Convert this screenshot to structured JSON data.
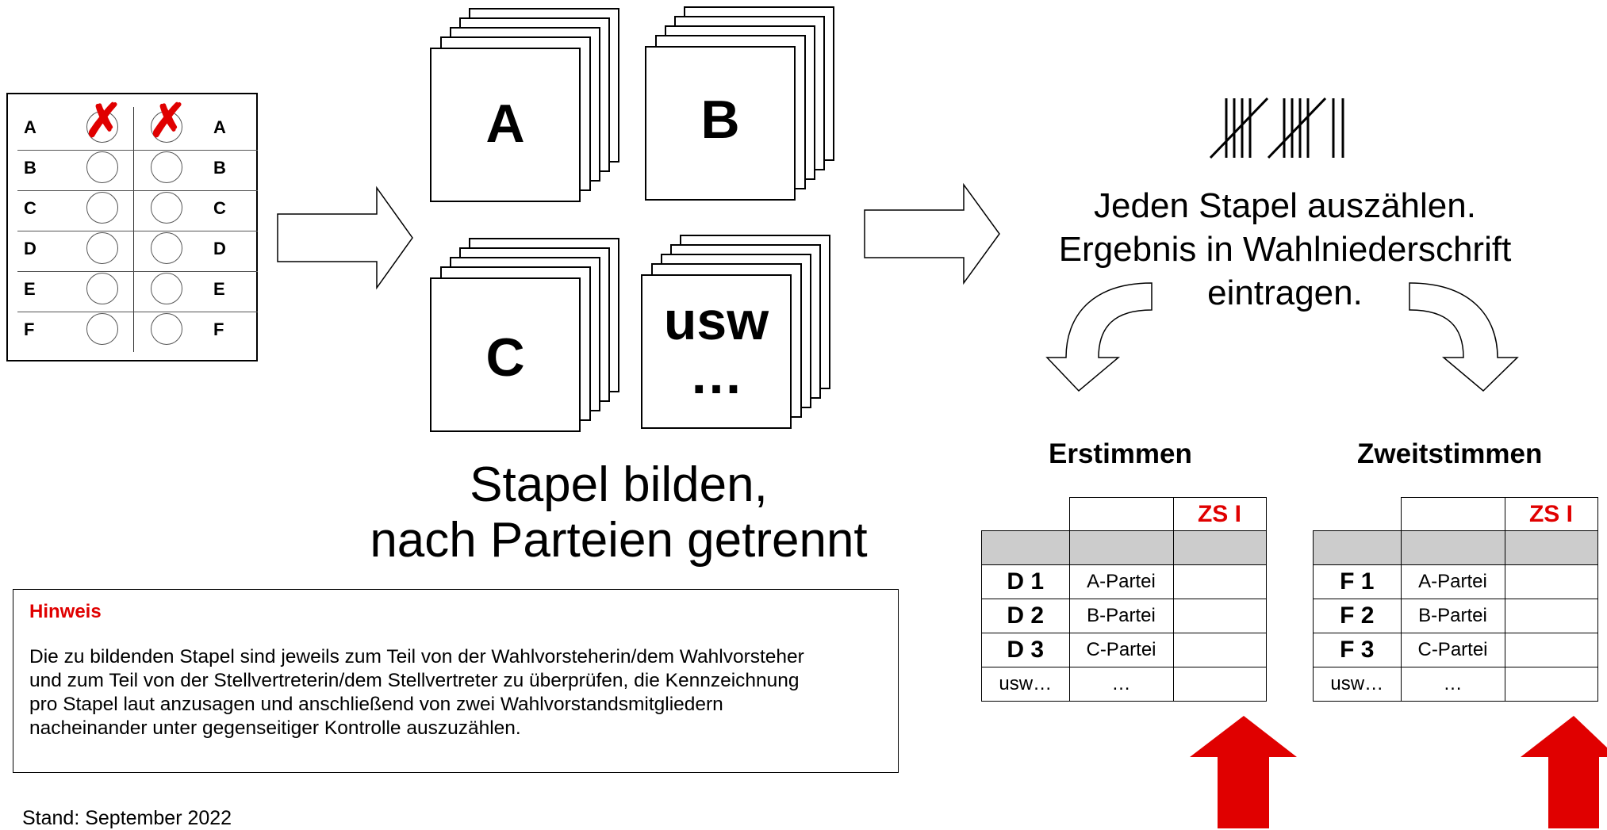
{
  "ballot": {
    "rows": [
      {
        "left": "A",
        "right": "A",
        "marked": true
      },
      {
        "left": "B",
        "right": "B",
        "marked": false
      },
      {
        "left": "C",
        "right": "C",
        "marked": false
      },
      {
        "left": "D",
        "right": "D",
        "marked": false
      },
      {
        "left": "E",
        "right": "E",
        "marked": false
      },
      {
        "left": "F",
        "right": "F",
        "marked": false
      }
    ],
    "mark_color": "#e00000"
  },
  "stacks": [
    {
      "label": "A"
    },
    {
      "label": "B"
    },
    {
      "label": "C"
    },
    {
      "label": "usw",
      "sublabel": "…"
    }
  ],
  "stacks_caption": {
    "line1": "Stapel bilden,",
    "line2": "nach Parteien getrennt"
  },
  "count_caption": {
    "line1": "Jeden Stapel auszählen.",
    "line2": "Ergebnis in Wahlniederschrift",
    "line3": "eintragen."
  },
  "tables": {
    "first": {
      "heading": "Erstimmen",
      "zs_label": "ZS I",
      "rows": [
        {
          "code": "D 1",
          "party": "A-Partei"
        },
        {
          "code": "D 2",
          "party": "B-Partei"
        },
        {
          "code": "D 3",
          "party": "C-Partei"
        },
        {
          "code": "usw…",
          "party": "…"
        }
      ]
    },
    "second": {
      "heading": "Zweitstimmen",
      "zs_label": "ZS I",
      "rows": [
        {
          "code": "F 1",
          "party": "A-Partei"
        },
        {
          "code": "F 2",
          "party": "B-Partei"
        },
        {
          "code": "F 3",
          "party": "C-Partei"
        },
        {
          "code": "usw…",
          "party": "…"
        }
      ]
    }
  },
  "hint": {
    "title": "Hinweis",
    "line1": "Die zu bildenden Stapel sind jeweils zum Teil von der Wahlvorsteherin/dem Wahlvorsteher",
    "line2": "und zum Teil von der Stellvertreterin/dem Stellvertreter zu überprüfen, die Kennzeichnung",
    "line3": "pro Stapel laut anzusagen und anschließend von zwei Wahlvorstandsmitgliedern",
    "line4": "nacheinander unter gegenseitiger Kontrolle auszuzählen."
  },
  "footer": {
    "stand": "Stand: September 2022"
  },
  "colors": {
    "accent": "#e00000",
    "header_fill": "#cccccc"
  }
}
